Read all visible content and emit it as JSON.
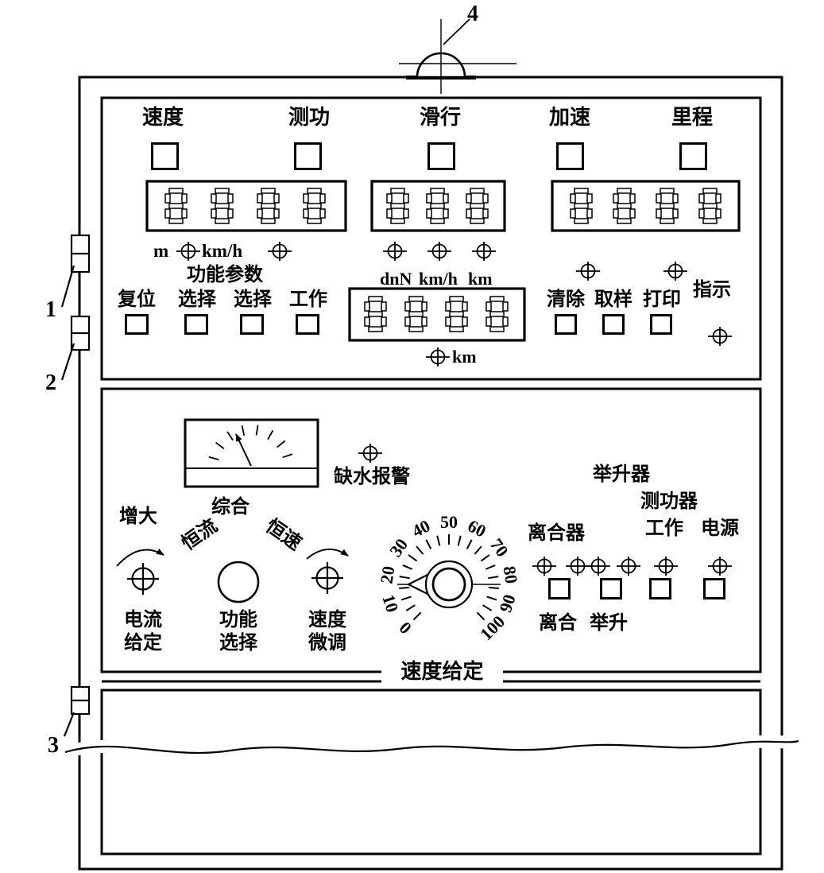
{
  "callouts": {
    "c1": "1",
    "c2": "2",
    "c3": "3",
    "c4": "4"
  },
  "upper": {
    "modes": [
      "速度",
      "测功",
      "滑行",
      "加速",
      "里程"
    ],
    "d1_unit_m": "m",
    "d1_unit_kmh": "km/h",
    "d2_unit_dnn": "dnN",
    "d2_unit_kmh": "km/h",
    "d2_unit_km": "km",
    "func_group": "功能参数",
    "func_keys": [
      "复位",
      "选择",
      "选择",
      "工作"
    ],
    "d4_unit": "km",
    "action_keys": [
      "清除",
      "取样",
      "打印"
    ],
    "indicator": "指示"
  },
  "lower": {
    "alarm": "缺水报警",
    "increase": "增大",
    "mode_integrated": "综合",
    "mode_const_current": "恒流",
    "mode_const_speed": "恒速",
    "knob_current": "电流给定",
    "knob_function": "功能选择",
    "knob_fine": "速度微调",
    "dial_label": "速度给定",
    "dial_scale": [
      "0",
      "10",
      "20",
      "30",
      "40",
      "50",
      "60",
      "70",
      "80",
      "90",
      "100"
    ],
    "lifter": "举升器",
    "dyno": "测功器",
    "work": "工作",
    "power": "电源",
    "clutch": "离合器",
    "clutch_btn": "离合",
    "lift_btn": "举升"
  }
}
